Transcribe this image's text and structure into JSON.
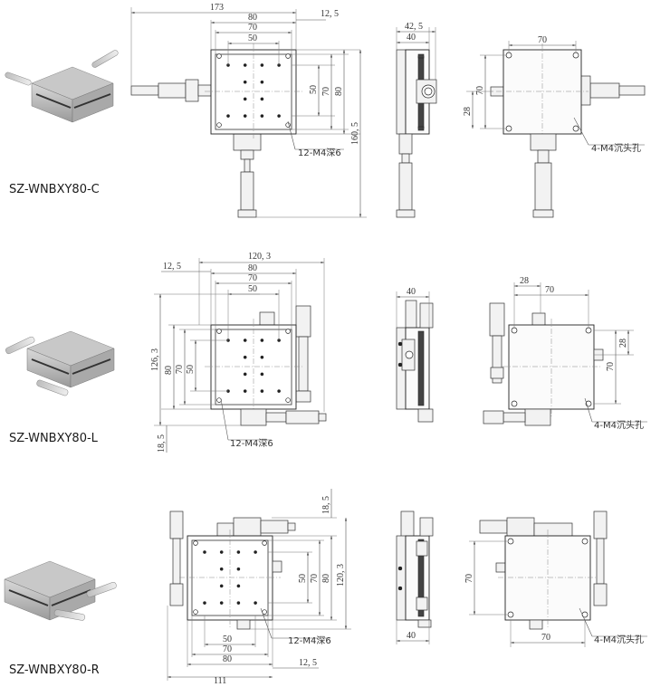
{
  "colors": {
    "line": "#333333",
    "background": "#ffffff"
  },
  "models": [
    {
      "name": "SZ-WNBXY80-C"
    },
    {
      "name": "SZ-WNBXY80-L"
    },
    {
      "name": "SZ-WNBXY80-R"
    }
  ],
  "row1": {
    "overall_width": "173",
    "d80": "80",
    "d70": "70",
    "d50": "50",
    "offset": "12, 5",
    "v50": "50",
    "v70": "70",
    "v80": "80",
    "height": "160, 5",
    "hole_note": "12-M4深6",
    "side_w1": "42, 5",
    "side_w2": "40",
    "back_w": "70",
    "back_v70": "70",
    "back_v28": "28",
    "back_note": "4-M4沉头孔"
  },
  "row2": {
    "overall_width": "120, 3",
    "offset": "12, 5",
    "d80": "80",
    "d70": "70",
    "d50": "50",
    "height": "126, 3",
    "v80": "80",
    "v70": "70",
    "v50": "50",
    "bottom": "18, 5",
    "hole_note": "12-M4深6",
    "side_w": "40",
    "back_w28": "28",
    "back_w70": "70",
    "back_v28": "28",
    "back_v70": "70",
    "back_note": "4-M4沉头孔"
  },
  "row3": {
    "top_offset": "18, 5",
    "v50": "50",
    "v70": "70",
    "v80": "80",
    "height": "120, 3",
    "hole_note": "12-M4深6",
    "d50": "50",
    "d70": "70",
    "d80": "80",
    "width": "111",
    "offset": "12, 5",
    "side_w": "40",
    "back_v70": "70",
    "back_w": "70",
    "back_note": "4-M4沉头孔"
  }
}
